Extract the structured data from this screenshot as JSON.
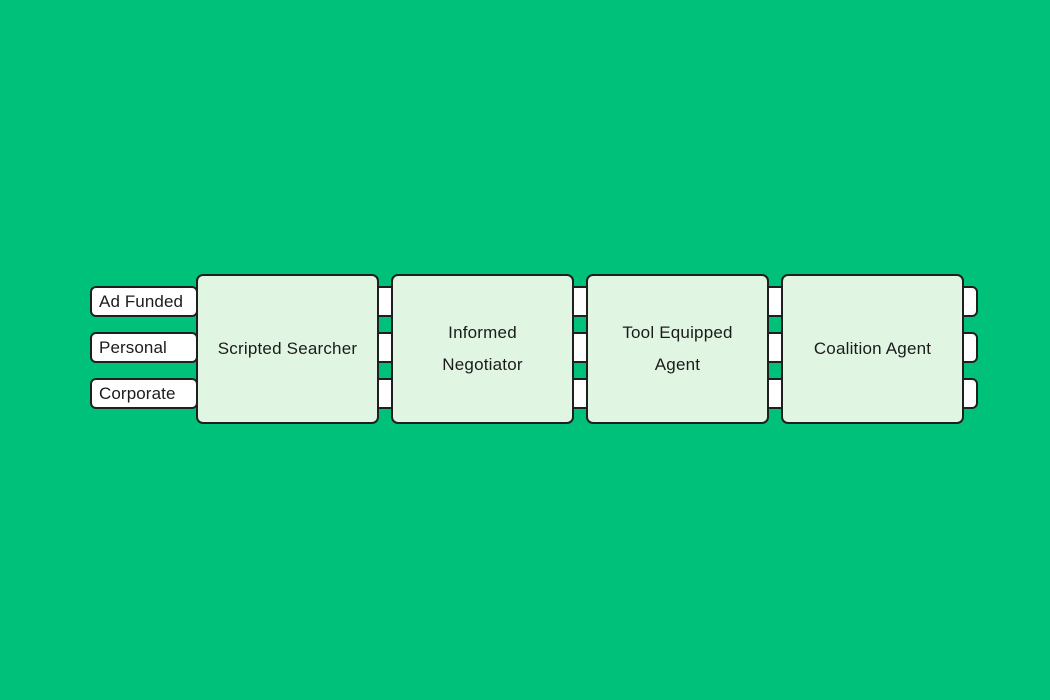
{
  "background_color": "#00c17a",
  "palette": {
    "bg": "#00c17a",
    "box_fill": "#e1f6e2",
    "border": "#1f1f1f",
    "connector_fill": "#ffffff",
    "text": "#1b1b1b"
  },
  "funding_rows": [
    {
      "label": "Ad Funded"
    },
    {
      "label": "Personal"
    },
    {
      "label": "Corporate"
    }
  ],
  "agent_stages": [
    {
      "label": "Scripted Searcher"
    },
    {
      "label": "Informed\nNegotiator"
    },
    {
      "label": "Tool Equipped\nAgent"
    },
    {
      "label": "Coalition Agent"
    }
  ]
}
